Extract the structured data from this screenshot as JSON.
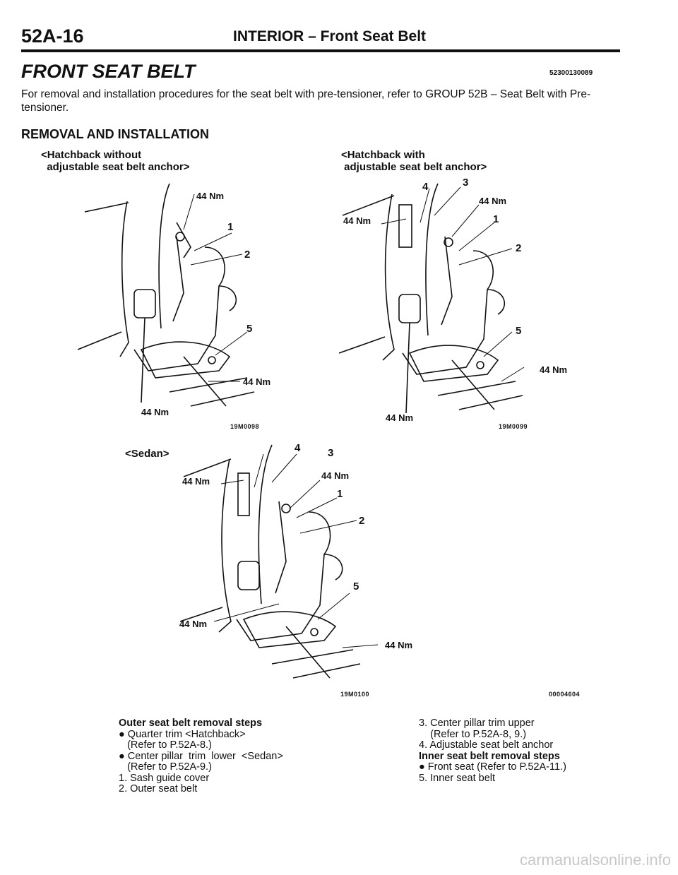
{
  "header": {
    "page_number": "52A-16",
    "title": "INTERIOR – Front Seat Belt"
  },
  "section": {
    "title": "FRONT SEAT BELT",
    "code": "52300130089",
    "intro": "For removal and installation procedures for the seat belt with pre-tensioner, refer to GROUP 52B – Seat Belt with Pre-tensioner.",
    "subtitle": "REMOVAL AND INSTALLATION"
  },
  "figures": {
    "fig1": {
      "caption": "<Hatchback without\n  adjustable seat belt anchor>",
      "code": "19M0098",
      "labels": {
        "torque": "44 Nm",
        "n1": "1",
        "n2": "2",
        "n5": "5"
      }
    },
    "fig2": {
      "caption": "<Hatchback with\n adjustable seat belt anchor>",
      "code": "19M0099",
      "labels": {
        "torque": "44 Nm",
        "n1": "1",
        "n2": "2",
        "n3": "3",
        "n4": "4",
        "n5": "5"
      }
    },
    "fig3": {
      "caption": "<Sedan>",
      "code": "19M0100",
      "labels": {
        "torque": "44 Nm",
        "n1": "1",
        "n2": "2",
        "n3": "3",
        "n4": "4",
        "n5": "5"
      }
    },
    "group_code": "00004604"
  },
  "steps": {
    "outer_title": "Outer seat belt removal steps",
    "outer": [
      "● Quarter trim <Hatchback>",
      "   (Refer to P.52A-8.)",
      "● Center pillar  trim  lower  <Sedan>",
      "   (Refer to P.52A-9.)",
      "1. Sash guide cover",
      "2. Outer seat belt"
    ],
    "right_top": [
      "3. Center pillar trim upper",
      "    (Refer to P.52A-8, 9.)",
      "4. Adjustable seat belt anchor"
    ],
    "inner_title": "Inner seat belt removal steps",
    "inner": [
      "● Front seat (Refer to P.52A-11.)",
      "5. Inner seat belt"
    ]
  },
  "watermark": "carmanualsonline.info"
}
